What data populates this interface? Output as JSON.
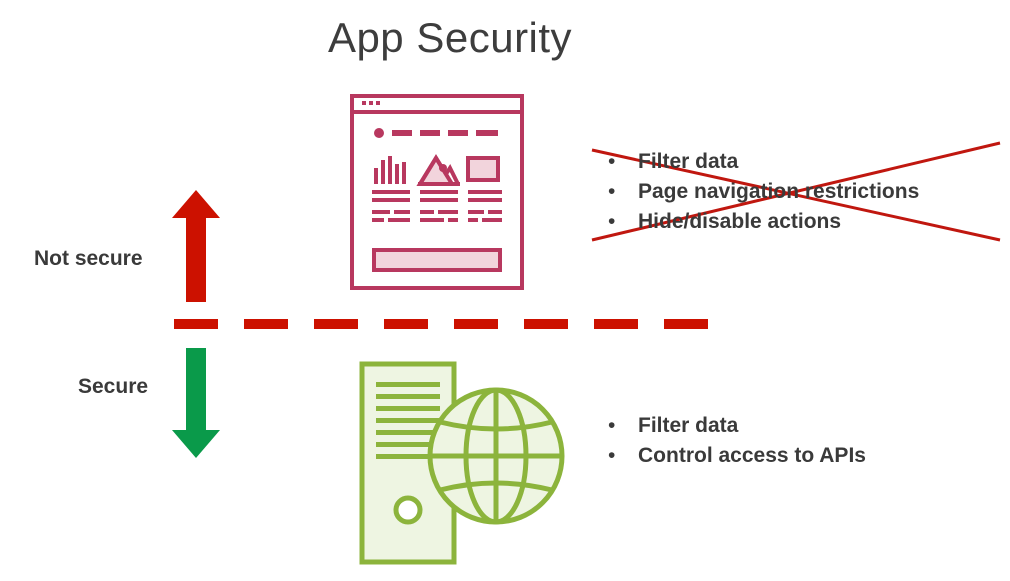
{
  "title": "App Security",
  "labels": {
    "not_secure": "Not secure",
    "secure": "Secure"
  },
  "client_side": {
    "icon": "web-app-icon",
    "items": [
      "Filter data",
      "Page navigation restrictions",
      "Hide/disable actions"
    ],
    "status": "crossed-out"
  },
  "server_side": {
    "icon": "server-globe-icon",
    "items": [
      "Filter data",
      "Control access to APIs"
    ]
  },
  "colors": {
    "not_secure_arrow": "#cc1100",
    "secure_arrow": "#0a9a4a",
    "boundary_line": "#cc1100",
    "cross_out": "#c0170f",
    "client_icon": "#b8385f",
    "server_icon": "#8cb43c",
    "text": "#3a3a3a"
  }
}
